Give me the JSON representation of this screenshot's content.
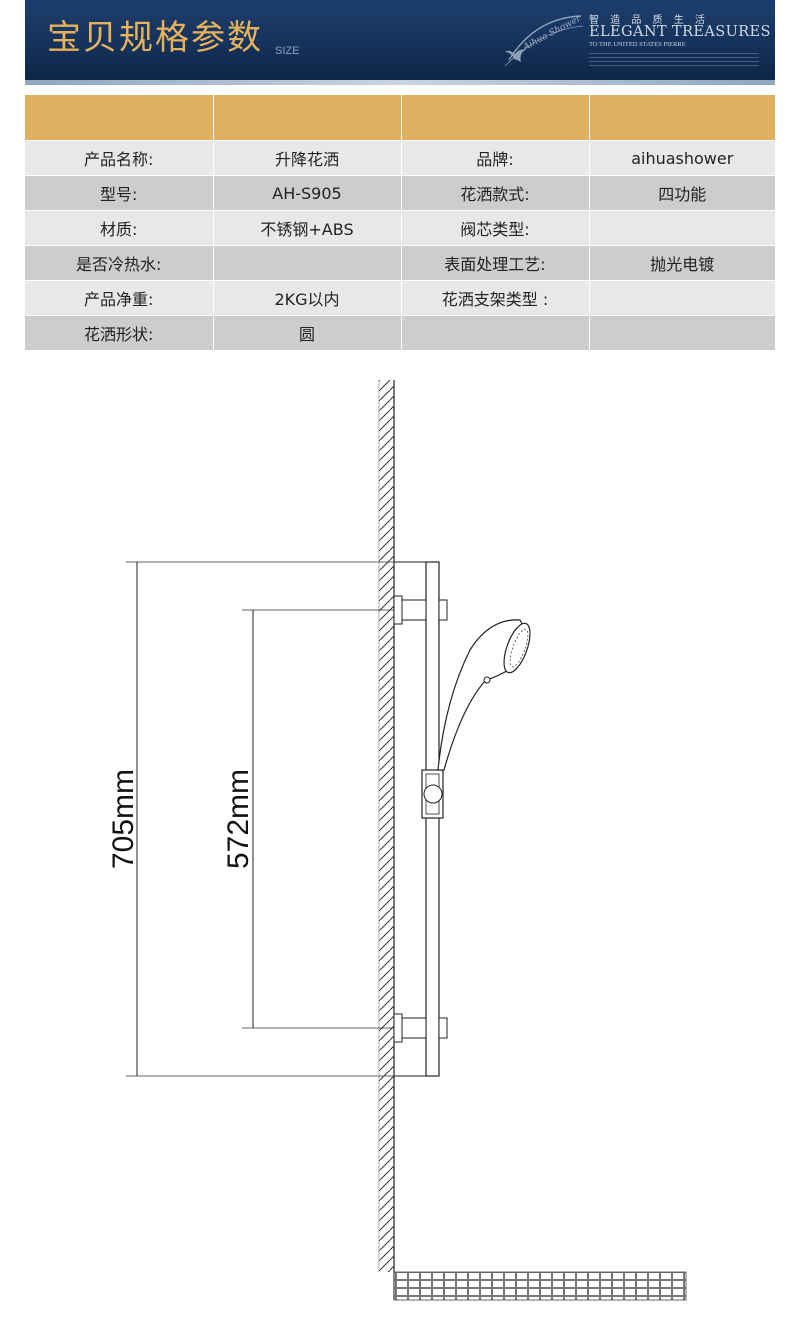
{
  "header": {
    "title": "宝贝规格参数",
    "subtitle": "SIZE",
    "brand_cn": "智 造 品 质 生 活",
    "brand_en": "ELEGANT TREASURES",
    "brand_line": "TO THE UNITED STATES PIERRE",
    "logo_text": "Aihua Shower"
  },
  "spec_table": {
    "header_row": [
      "",
      "",
      "",
      ""
    ],
    "rows": [
      [
        "产品名称:",
        "升降花洒",
        "品牌:",
        "aihuashower"
      ],
      [
        "型号:",
        "AH-S905",
        "花洒款式:",
        "四功能"
      ],
      [
        "材质:",
        "不锈钢+ABS",
        "阀芯类型:",
        ""
      ],
      [
        "是否冷热水:",
        "",
        "表面处理工艺:",
        "抛光电镀"
      ],
      [
        "产品净重:",
        "2KG以内",
        "花洒支架类型 :",
        ""
      ],
      [
        "花洒形状:",
        "圆",
        "",
        ""
      ]
    ]
  },
  "drawing": {
    "outer_dimension": "705mm",
    "inner_dimension": "572mm"
  },
  "colors": {
    "banner": "#15325b",
    "title_gold": "#e8b25a",
    "table_header": "#deaf5e",
    "row_light": "#e8e8e8",
    "row_dark": "#cdcdcd"
  }
}
